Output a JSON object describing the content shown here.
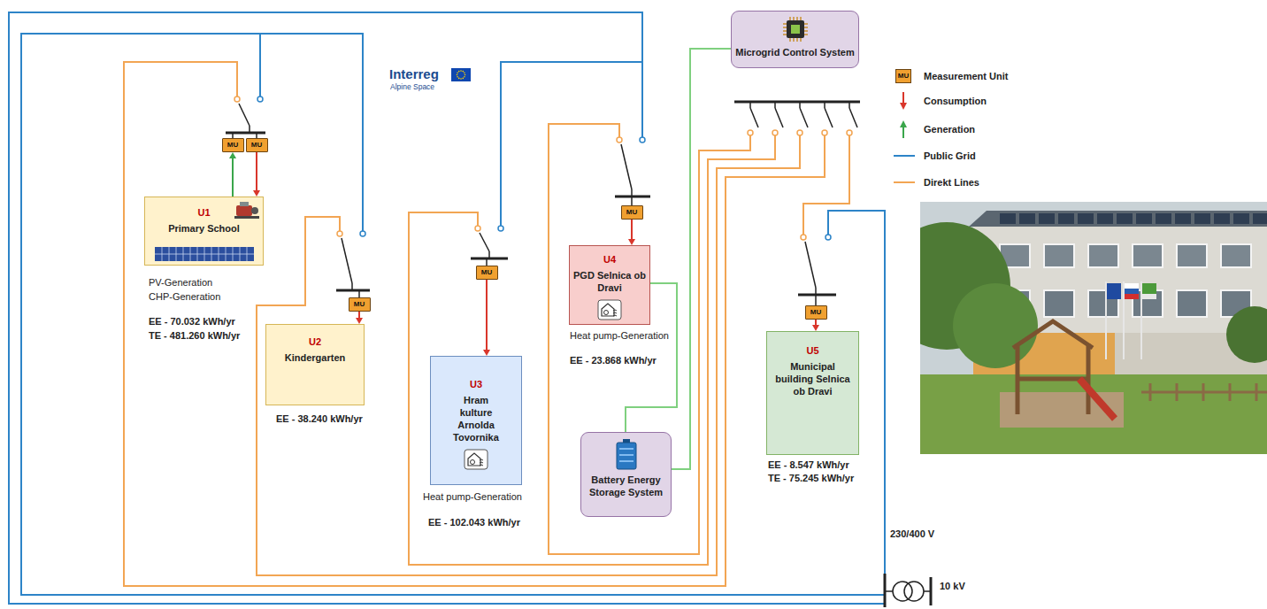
{
  "diagram": {
    "nodes": [
      {
        "text": [
          "MU"
        ]
      },
      {
        "text": [
          "MU"
        ]
      },
      {
        "text": [
          "U1",
          "Primary School"
        ]
      },
      {
        "text": [
          "MU"
        ]
      },
      {
        "text": [
          "U2",
          "Kindergarten"
        ]
      },
      {
        "text": [
          "MU"
        ]
      },
      {
        "text": [
          "U3",
          "Hram kulture Arnolda Tovornika"
        ]
      },
      {
        "text": [
          "MU"
        ]
      },
      {
        "text": [
          "U4",
          "PGD Selnica ob Dravi"
        ]
      },
      {
        "text": [
          "Microgrid Control System"
        ]
      },
      {
        "text": [
          "MU"
        ]
      },
      {
        "text": [
          "U5",
          "Municipal building Selnica ob Dravi"
        ]
      },
      {
        "text": [
          "Battery Energy Storage System"
        ]
      }
    ],
    "edges": [
      {
        "from": 2,
        "to": 0,
        "arrow": "to"
      },
      {
        "from": 1,
        "to": 2,
        "arrow": "to"
      },
      {
        "from": 3,
        "to": 4,
        "arrow": "to"
      },
      {
        "from": 5,
        "to": 6,
        "arrow": "to"
      },
      {
        "from": 7,
        "to": 8,
        "arrow": "to"
      },
      {
        "from": 10,
        "to": 11,
        "arrow": "to"
      },
      {
        "from": 9,
        "to": 12,
        "arrow": "none"
      },
      {
        "from": 8,
        "to": 12,
        "arrow": "none"
      }
    ],
    "labels": [
      "Interreg",
      "Alpine Space",
      "PV-Generation",
      "CHP-Generation",
      "EE - 70.032 kWh/yr",
      "TE - 481.260 kWh/yr",
      "EE - 38.240 kWh/yr",
      "Heat pump-Generation",
      "EE - 102.043 kWh/yr",
      "Heat pump-Generation",
      "EE - 23.868 kWh/yr",
      "EE - 8.547 kWh/yr",
      "TE - 75.245 kWh/yr",
      "230/400 V",
      "10 kV",
      "MU"
    ],
    "legend": [
      {
        "text": "Measurement Unit"
      },
      {
        "text": "Consumption"
      },
      {
        "text": "Generation"
      },
      {
        "text": "Public Grid"
      },
      {
        "text": "Direkt Lines"
      }
    ]
  }
}
